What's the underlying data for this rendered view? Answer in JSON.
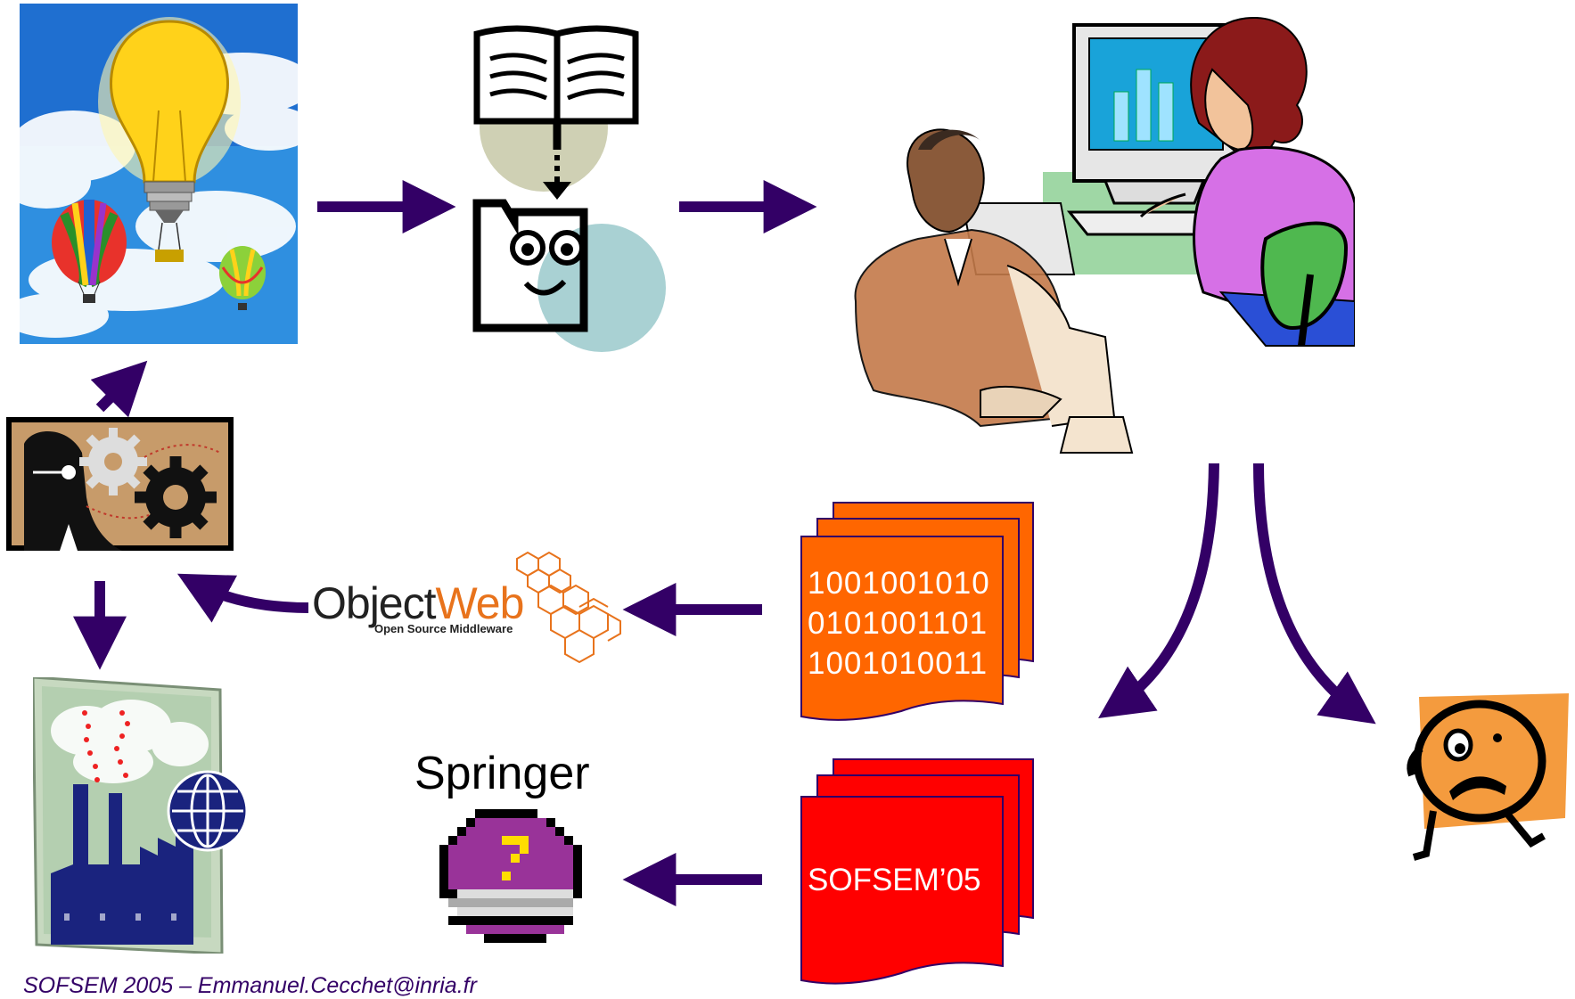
{
  "colors": {
    "arrow": "#330066",
    "orange_doc": "#ff6600",
    "red_doc": "#ff0000",
    "doc_border": "#330066",
    "objectweb_orange": "#e8731c",
    "footer_text": "#330066"
  },
  "labels": {
    "binary_line_1": "1001001010",
    "binary_line_2": "0101001101",
    "binary_line_3": "1001010011",
    "proceedings": "SOFSEM’05",
    "publisher": "Springer",
    "objectweb_object": "Object",
    "objectweb_web": "Web",
    "objectweb_tagline": "Open Source Middleware",
    "footer": "SOFSEM 2005 – Emmanuel.Cecchet@inria.fr"
  },
  "icons": {
    "idea": "lightbulb-balloons-icon",
    "research": "book-to-thinker-icon",
    "development": "office-workers-icon",
    "sad": "sad-face-icon",
    "thinker": "thinker-gears-icon",
    "industry": "factory-globe-icon",
    "book": "pixel-book-icon",
    "network": "hexagon-network-icon"
  }
}
